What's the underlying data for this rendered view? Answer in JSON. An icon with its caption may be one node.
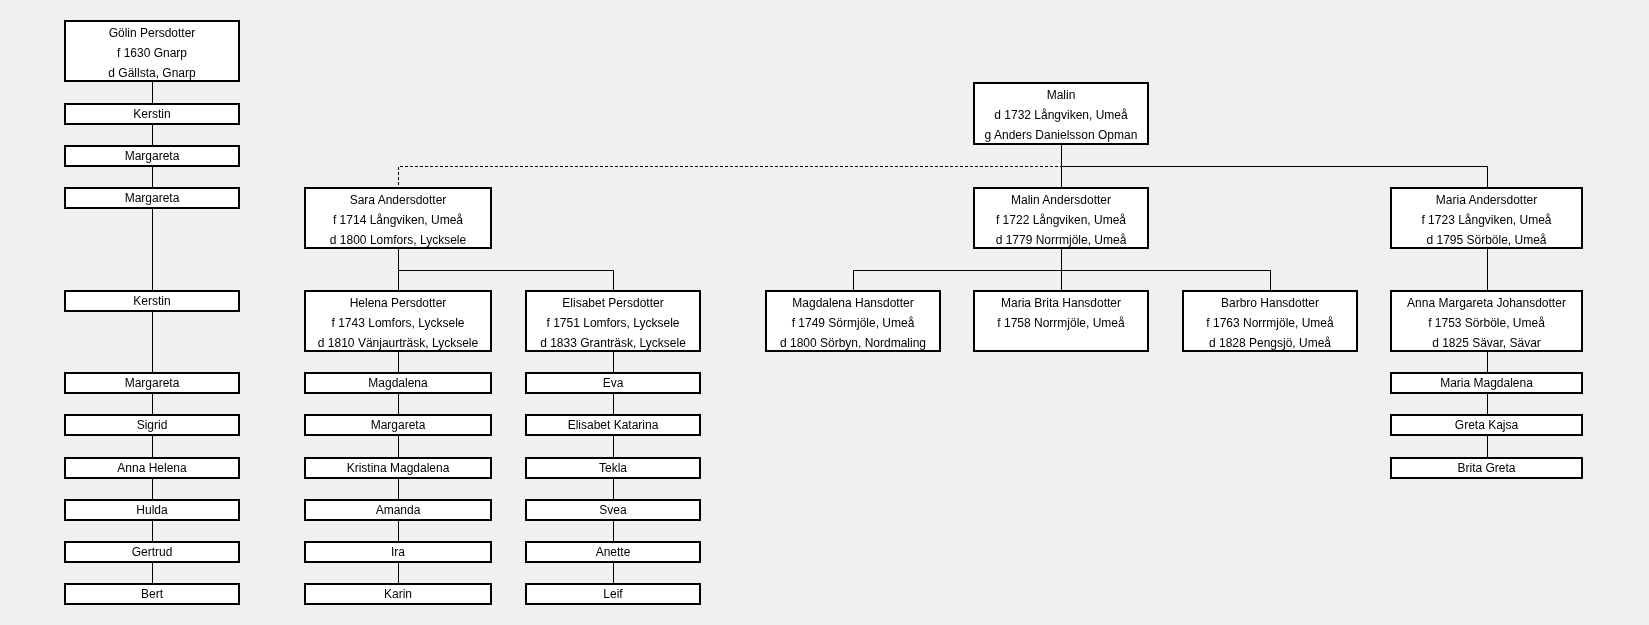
{
  "diagram": {
    "nodes": [
      {
        "text": [
          "Gölin Persdotter",
          "f 1630 Gnarp",
          "d Gällsta, Gnarp"
        ]
      },
      {
        "text": [
          "Kerstin"
        ]
      },
      {
        "text": [
          "Margareta"
        ]
      },
      {
        "text": [
          "Margareta"
        ]
      },
      {
        "text": [
          "Kerstin"
        ]
      },
      {
        "text": [
          "Margareta"
        ]
      },
      {
        "text": [
          "Sigrid"
        ]
      },
      {
        "text": [
          "Anna Helena"
        ]
      },
      {
        "text": [
          "Hulda"
        ]
      },
      {
        "text": [
          "Gertrud"
        ]
      },
      {
        "text": [
          "Bert"
        ]
      },
      {
        "text": [
          "Malin",
          "d 1732 Långviken, Umeå",
          "g Anders Danielsson Opman"
        ]
      },
      {
        "text": [
          "Sara Andersdotter",
          "f 1714 Långviken, Umeå",
          "d 1800 Lomfors, Lycksele"
        ]
      },
      {
        "text": [
          "Malin Andersdotter",
          "f 1722 Långviken, Umeå",
          "d 1779 Norrmjöle, Umeå"
        ]
      },
      {
        "text": [
          "Maria Andersdotter",
          "f 1723 Långviken, Umeå",
          "d 1795 Sörböle, Umeå"
        ]
      },
      {
        "text": [
          "Helena Persdotter",
          "f 1743 Lomfors, Lycksele",
          "d 1810 Vänjaurträsk, Lycksele"
        ]
      },
      {
        "text": [
          "Elisabet Persdotter",
          "f 1751 Lomfors, Lycksele",
          "d 1833 Granträsk, Lycksele"
        ]
      },
      {
        "text": [
          "Magdalena Hansdotter",
          "f 1749 Sörmjöle, Umeå",
          "d 1800 Sörbyn, Nordmaling"
        ]
      },
      {
        "text": [
          "Maria Brita Hansdotter",
          "f 1758 Norrmjöle, Umeå"
        ]
      },
      {
        "text": [
          "Barbro Hansdotter",
          "f 1763 Norrmjöle, Umeå",
          "d 1828 Pengsjö, Umeå"
        ]
      },
      {
        "text": [
          "Anna Margareta Johansdotter",
          "f 1753 Sörböle, Umeå",
          "d 1825 Sävar, Sävar"
        ]
      },
      {
        "text": [
          "Magdalena"
        ]
      },
      {
        "text": [
          "Margareta"
        ]
      },
      {
        "text": [
          "Kristina Magdalena"
        ]
      },
      {
        "text": [
          "Amanda"
        ]
      },
      {
        "text": [
          "Ira"
        ]
      },
      {
        "text": [
          "Karin"
        ]
      },
      {
        "text": [
          "Eva"
        ]
      },
      {
        "text": [
          "Elisabet Katarina"
        ]
      },
      {
        "text": [
          "Tekla"
        ]
      },
      {
        "text": [
          "Svea"
        ]
      },
      {
        "text": [
          "Anette"
        ]
      },
      {
        "text": [
          "Leif"
        ]
      },
      {
        "text": [
          "Maria Magdalena"
        ]
      },
      {
        "text": [
          "Greta Kajsa"
        ]
      },
      {
        "text": [
          "Brita Greta"
        ]
      }
    ],
    "edges": [
      {
        "from": 0,
        "to": 1,
        "arrow": "none"
      },
      {
        "from": 1,
        "to": 2,
        "arrow": "none"
      },
      {
        "from": 2,
        "to": 3,
        "arrow": "none"
      },
      {
        "from": 3,
        "to": 4,
        "arrow": "none"
      },
      {
        "from": 4,
        "to": 5,
        "arrow": "none"
      },
      {
        "from": 5,
        "to": 6,
        "arrow": "none"
      },
      {
        "from": 6,
        "to": 7,
        "arrow": "none"
      },
      {
        "from": 7,
        "to": 8,
        "arrow": "none"
      },
      {
        "from": 8,
        "to": 9,
        "arrow": "none"
      },
      {
        "from": 9,
        "to": 10,
        "arrow": "none"
      },
      {
        "from": 11,
        "to": 12,
        "arrow": "none",
        "style": "dashed"
      },
      {
        "from": 11,
        "to": 13,
        "arrow": "none"
      },
      {
        "from": 11,
        "to": 14,
        "arrow": "none"
      },
      {
        "from": 12,
        "to": 15,
        "arrow": "none"
      },
      {
        "from": 12,
        "to": 16,
        "arrow": "none"
      },
      {
        "from": 13,
        "to": 17,
        "arrow": "none"
      },
      {
        "from": 13,
        "to": 18,
        "arrow": "none"
      },
      {
        "from": 13,
        "to": 19,
        "arrow": "none"
      },
      {
        "from": 14,
        "to": 20,
        "arrow": "none"
      },
      {
        "from": 15,
        "to": 21,
        "arrow": "none"
      },
      {
        "from": 21,
        "to": 22,
        "arrow": "none"
      },
      {
        "from": 22,
        "to": 23,
        "arrow": "none"
      },
      {
        "from": 23,
        "to": 24,
        "arrow": "none"
      },
      {
        "from": 24,
        "to": 25,
        "arrow": "none"
      },
      {
        "from": 25,
        "to": 26,
        "arrow": "none"
      },
      {
        "from": 16,
        "to": 27,
        "arrow": "none"
      },
      {
        "from": 27,
        "to": 28,
        "arrow": "none"
      },
      {
        "from": 28,
        "to": 29,
        "arrow": "none"
      },
      {
        "from": 29,
        "to": 30,
        "arrow": "none"
      },
      {
        "from": 30,
        "to": 31,
        "arrow": "none"
      },
      {
        "from": 31,
        "to": 32,
        "arrow": "none"
      },
      {
        "from": 20,
        "to": 33,
        "arrow": "none"
      },
      {
        "from": 33,
        "to": 34,
        "arrow": "none"
      },
      {
        "from": 34,
        "to": 35,
        "arrow": "none"
      }
    ]
  }
}
